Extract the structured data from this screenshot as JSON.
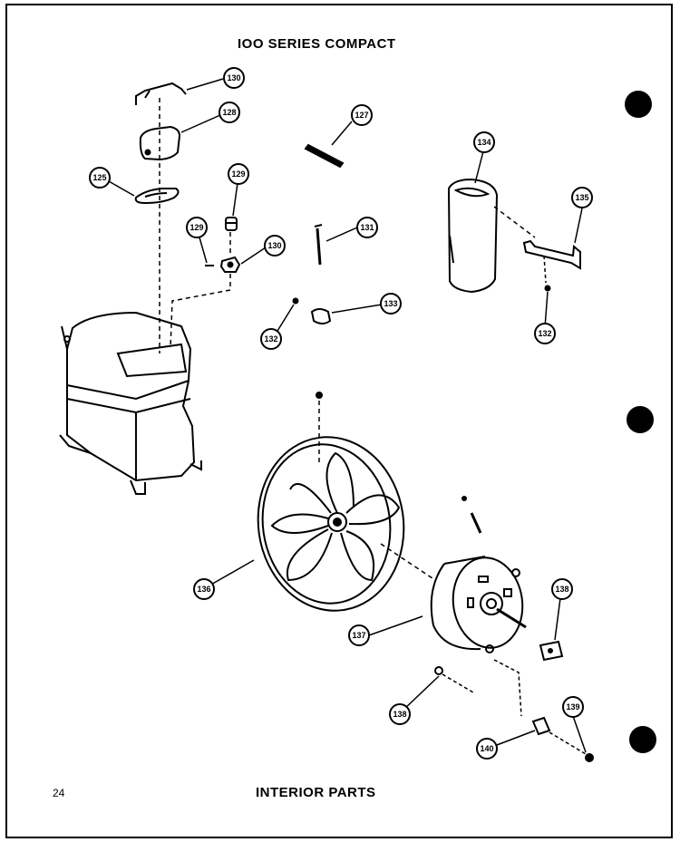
{
  "title": "IOO SERIES COMPACT",
  "caption": "INTERIOR PARTS",
  "page_number": "24",
  "callouts": {
    "c130a": "130",
    "c128": "128",
    "c125": "125",
    "c129a": "129",
    "c129b": "129",
    "c130b": "130",
    "c127": "127",
    "c131": "131",
    "c133": "133",
    "c132a": "132",
    "c134": "134",
    "c135": "135",
    "c132b": "132",
    "c136": "136",
    "c137": "137",
    "c138a": "138",
    "c138b": "138",
    "c139": "139",
    "c140": "140"
  }
}
